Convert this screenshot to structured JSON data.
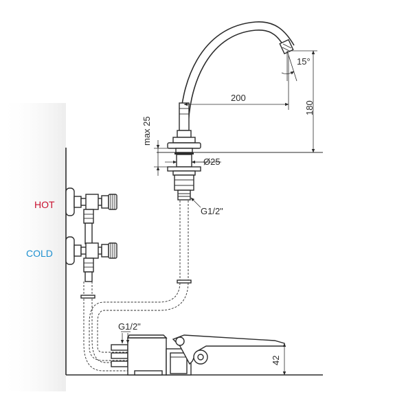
{
  "labels": {
    "hot": "HOT",
    "cold": "COLD",
    "thread_upper": "G1/2\"",
    "thread_lower": "G1/2\""
  },
  "dimensions": {
    "spout_reach": "200",
    "height": "180",
    "angle": "15°",
    "max_thickness": "max 25",
    "diameter": "Ø25",
    "pedal_height": "42"
  },
  "colors": {
    "hot": "#c8102e",
    "cold": "#1e90d0",
    "line": "#2b2b2b",
    "wall_shadow": "#e6e6e6"
  }
}
